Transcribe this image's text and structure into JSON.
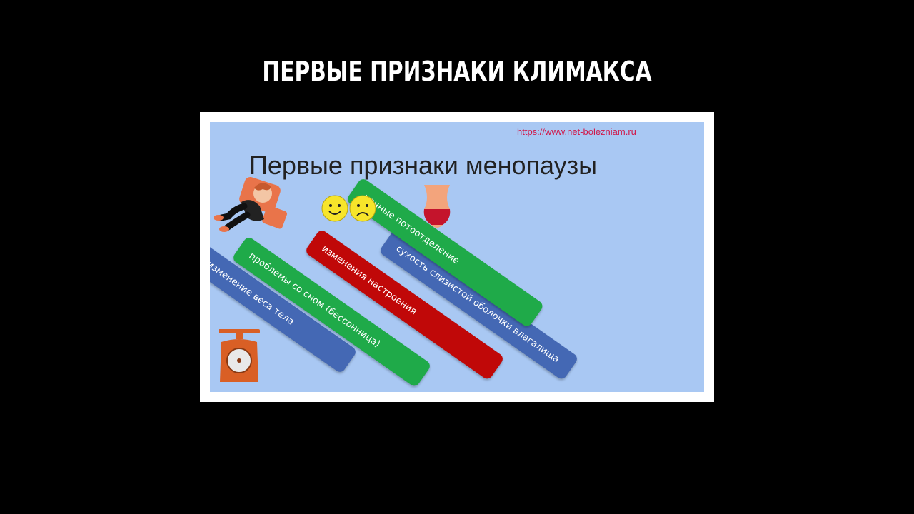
{
  "headline": "ПЕРВЫЕ ПРИЗНАКИ КЛИМАКСА",
  "slide": {
    "url": "https://www.net-bolezniam.ru",
    "title": "Первые признаки менопаузы",
    "bands": [
      {
        "label": "изменение веса тела",
        "color": "#4468b4"
      },
      {
        "label": "проблемы со сном (бессонница)",
        "color": "#1faa49"
      },
      {
        "label": "изменения настроения",
        "color": "#c00808"
      },
      {
        "label": "сухость слизистой оболочки влагалища",
        "color": "#4468b4"
      },
      {
        "label": "ночные потоотделение",
        "color": "#1faa49"
      }
    ],
    "icons": [
      "sleeping-woman-icon",
      "happy-smiley-icon",
      "sad-smiley-icon",
      "waist-icon",
      "scale-icon"
    ]
  }
}
